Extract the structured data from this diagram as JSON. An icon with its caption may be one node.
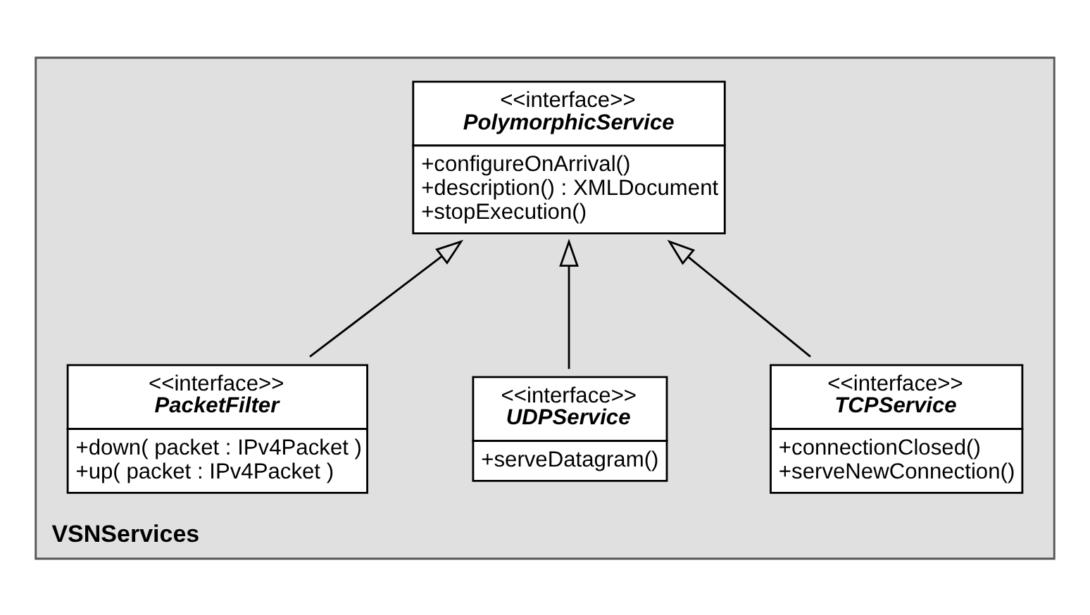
{
  "diagram": {
    "nodes": [
      {
        "text": [
          "VSNServices"
        ]
      },
      {
        "text": [
          "<<interface>>",
          "PolymorphicService",
          "+configureOnArrival()",
          "+description() : XMLDocument",
          "+stopExecution()"
        ],
        "in": 0
      },
      {
        "text": [
          "<<interface>>",
          "TCPService",
          "+connectionClosed()",
          "+serveNewConnection()"
        ],
        "in": 0
      },
      {
        "text": [
          "<<interface>>",
          "UDPService",
          "+serveDatagram()"
        ],
        "in": 0
      },
      {
        "text": [
          "<<interface>>",
          "PacketFilter",
          "+down( packet : IPv4Packet )",
          "+up( packet : IPv4Packet )"
        ],
        "in": 0
      }
    ],
    "edges": [
      {
        "from": 2,
        "to": 1,
        "arrow": "to"
      },
      {
        "from": 3,
        "to": 1,
        "arrow": "to"
      },
      {
        "from": 4,
        "to": 1,
        "arrow": "to"
      }
    ]
  }
}
